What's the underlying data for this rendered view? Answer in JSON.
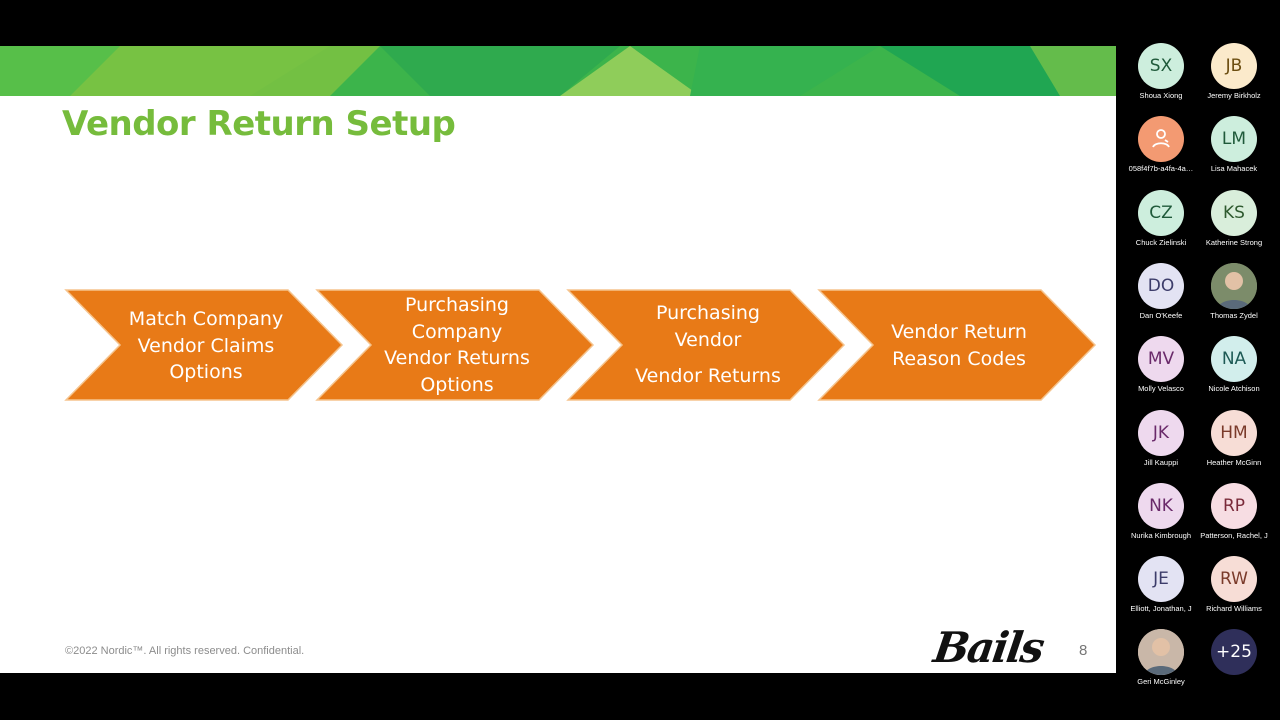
{
  "slide": {
    "title": "Vendor Return Setup",
    "copyright": "©2022 Nordic™. All rights reserved. Confidential.",
    "logo_text": "Bails",
    "page_number": "8",
    "accent_color": "#76bc3c",
    "chevron_color": "#e87a17",
    "steps": [
      {
        "lines": [
          "Match Company",
          "Vendor Claims",
          "Options"
        ]
      },
      {
        "lines": [
          "Purchasing",
          "Company",
          "Vendor Returns",
          "Options"
        ]
      },
      {
        "lines": [
          "Purchasing",
          "Vendor",
          "Vendor Returns"
        ]
      },
      {
        "lines": [
          "Vendor Return",
          "Reason Codes"
        ]
      }
    ]
  },
  "participants": [
    {
      "initials": "SX",
      "name": "Shoua Xiong",
      "color": "#cdeedd",
      "text": "#1f5a3a"
    },
    {
      "initials": "JB",
      "name": "Jeremy Birkholz",
      "color": "#fbeacb",
      "text": "#6b4d10"
    },
    {
      "initials": "",
      "icon": "phone-person-icon",
      "name": "058f4f7b-a4fa-4a…",
      "color": "#f39a72",
      "text": "#ffffff"
    },
    {
      "initials": "LM",
      "name": "Lisa Mahacek",
      "color": "#cdeedd",
      "text": "#1f5a3a"
    },
    {
      "initials": "CZ",
      "name": "Chuck Zielinski",
      "color": "#cdeedd",
      "text": "#1f5a3a"
    },
    {
      "initials": "KS",
      "name": "Katherine Strong",
      "color": "#d9eedb",
      "text": "#2f5a2f"
    },
    {
      "initials": "DO",
      "name": "Dan O'Keefe",
      "color": "#e3e3f3",
      "text": "#3c3c6a"
    },
    {
      "initials": "",
      "icon": "photo-avatar-icon",
      "name": "Thomas Zydel",
      "color": "#7c8c6a",
      "text": "#ffffff"
    },
    {
      "initials": "MV",
      "name": "Molly Velasco",
      "color": "#eed9ee",
      "text": "#6a2a6a"
    },
    {
      "initials": "NA",
      "name": "Nicole Atchison",
      "color": "#d2eeec",
      "text": "#1d5a55"
    },
    {
      "initials": "JK",
      "name": "Jill Kauppi",
      "color": "#eed9ee",
      "text": "#6a2a6a"
    },
    {
      "initials": "HM",
      "name": "Heather McGinn",
      "color": "#f7ddd6",
      "text": "#7a3a2a"
    },
    {
      "initials": "NK",
      "name": "Nurika Kimbrough",
      "color": "#eed9ee",
      "text": "#6a2a6a"
    },
    {
      "initials": "RP",
      "name": "Patterson, Rachel, J",
      "color": "#f7dde3",
      "text": "#7a2a3a"
    },
    {
      "initials": "JE",
      "name": "Elliott, Jonathan, J",
      "color": "#e3e3f3",
      "text": "#3c3c6a"
    },
    {
      "initials": "RW",
      "name": "Richard Williams",
      "color": "#f7ddd6",
      "text": "#7a3a2a"
    },
    {
      "initials": "",
      "icon": "photo-avatar-icon",
      "name": "Geri McGinley",
      "color": "#c9b7a8",
      "text": "#ffffff"
    },
    {
      "initials": "+25",
      "name": "",
      "color": "#2f2f5a",
      "text": "#ffffff"
    }
  ]
}
